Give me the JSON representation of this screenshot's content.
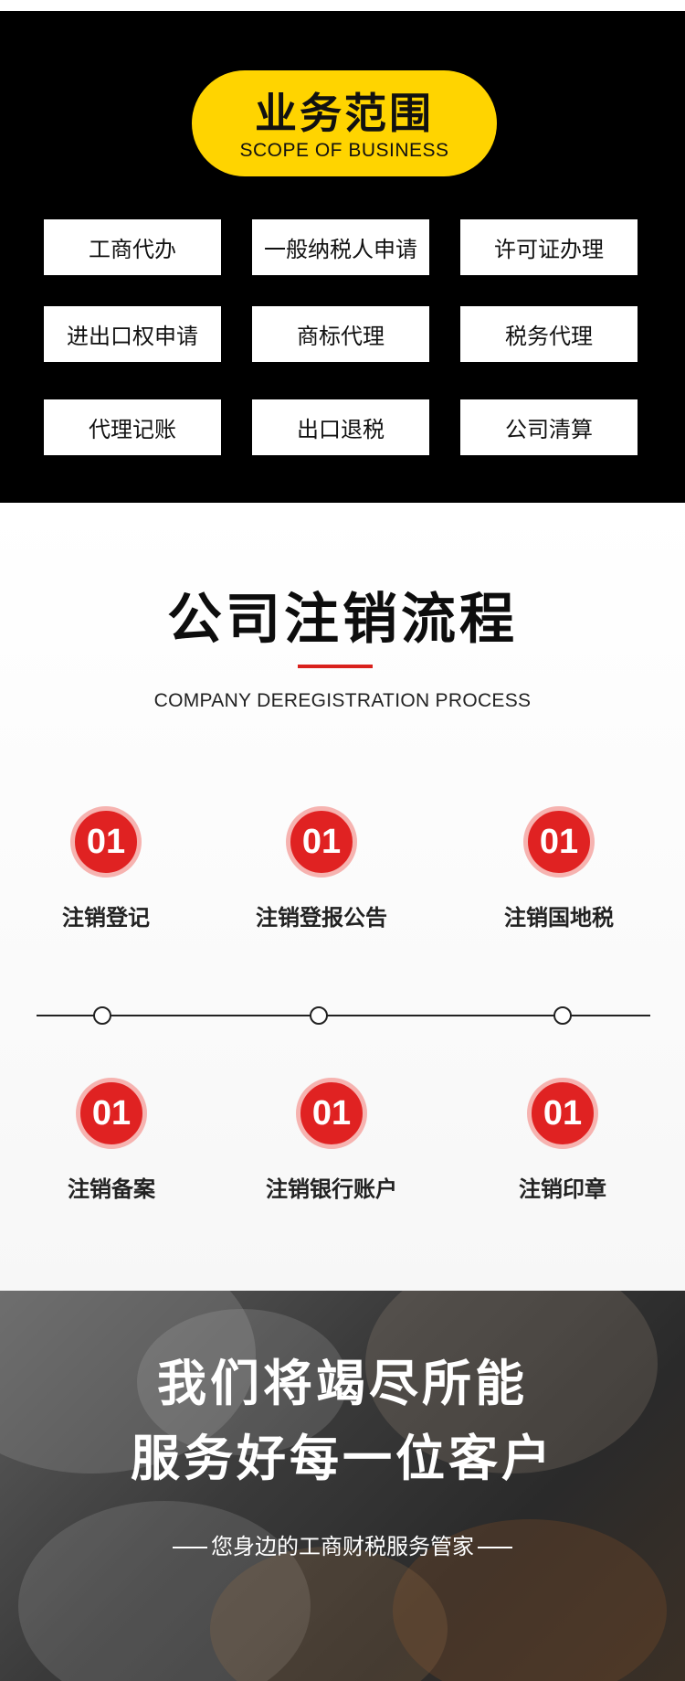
{
  "scope": {
    "title": "业务范围",
    "subtitle": "SCOPE OF BUSINESS",
    "services": [
      "工商代办",
      "一般纳税人申请",
      "许可证办理",
      "进出口权申请",
      "商标代理",
      "税务代理",
      "代理记账",
      "出口退税",
      "公司清算"
    ]
  },
  "process": {
    "title": "公司注销流程",
    "subtitle": "COMPANY DEREGISTRATION PROCESS",
    "top_steps": [
      {
        "number": "01",
        "label": "注销登记"
      },
      {
        "number": "01",
        "label": "注销登报公告"
      },
      {
        "number": "01",
        "label": "注销国地税"
      }
    ],
    "bottom_steps": [
      {
        "number": "01",
        "label": "注销备案"
      },
      {
        "number": "01",
        "label": "注销银行账户"
      },
      {
        "number": "01",
        "label": "注销印章"
      }
    ]
  },
  "banner": {
    "line1": "我们将竭尽所能",
    "line2": "服务好每一位客户",
    "tagline": "您身边的工商财税服务管家"
  },
  "colors": {
    "accent_yellow": "#ffd400",
    "accent_red": "#e02222",
    "badge_ring": "#f6b3b0"
  }
}
